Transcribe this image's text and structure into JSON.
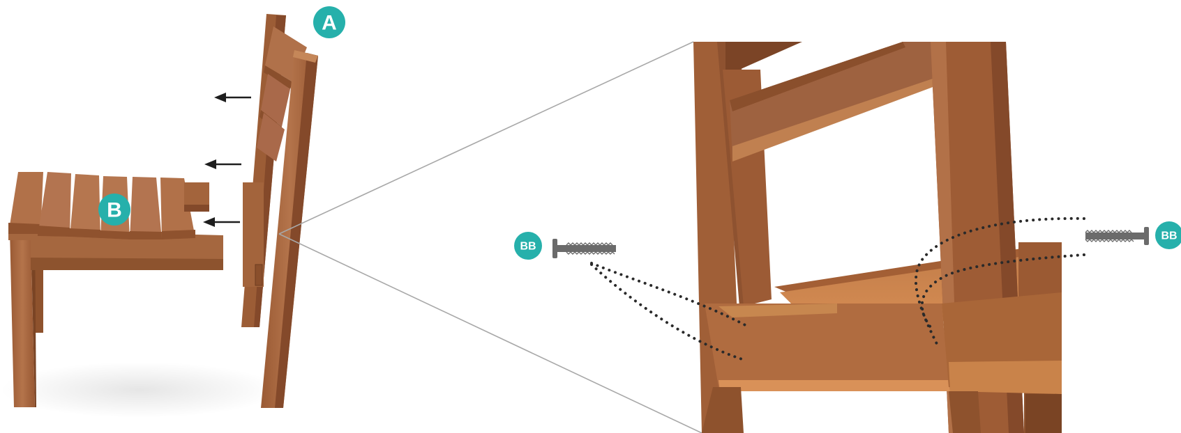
{
  "colors": {
    "wood_light": "#b4744b",
    "wood_mid": "#a3643c",
    "wood_dark": "#8a4f2c",
    "wood_shadow": "#6e3c1f",
    "badge": "#26b0ab",
    "hardware": "#6b6b6b",
    "dots": "#2a2a2a",
    "arrow": "#1e1e1e",
    "callout_line": "#a8a8a8"
  },
  "labels": {
    "part_a": "A",
    "part_b": "B",
    "bolt_left": "BB",
    "bolt_right": "BB"
  },
  "icons": {
    "arrow": "arrow-left-icon",
    "bolt": "bolt-icon"
  }
}
